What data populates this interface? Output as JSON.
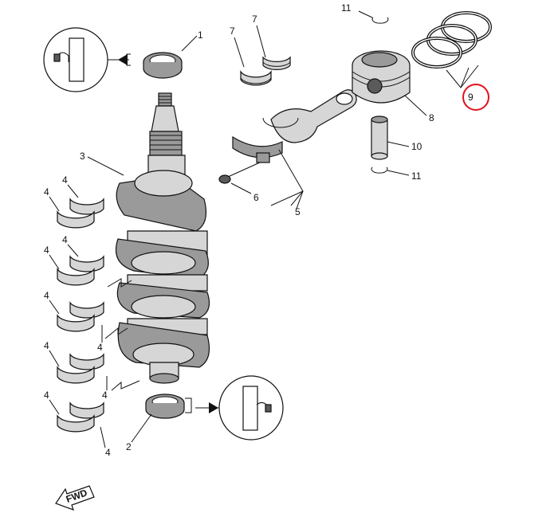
{
  "callouts": {
    "c1": "1",
    "c2": "2",
    "c3": "3",
    "c4": "4",
    "c5": "5",
    "c6": "6",
    "c7": "7",
    "c8": "8",
    "c9": "9",
    "c10": "10",
    "c11": "11"
  },
  "fwd_label": "FWD",
  "colors": {
    "highlight_circle": "#e0121b",
    "line": "#111111"
  }
}
